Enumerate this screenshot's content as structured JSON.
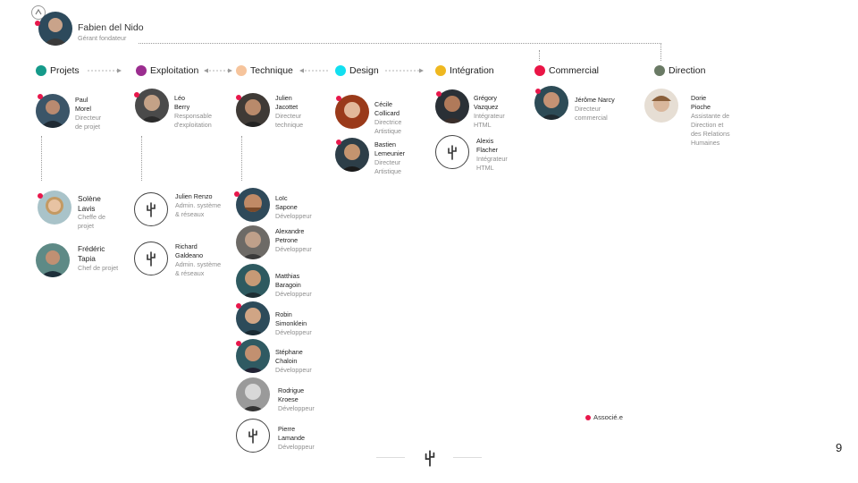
{
  "ceo": {
    "name": "Fabien del Nido",
    "role": "Gérant fondateur"
  },
  "departments": [
    {
      "label": "Projets",
      "color": "#159a8a"
    },
    {
      "label": "Exploitation",
      "color": "#9b2d8f"
    },
    {
      "label": "Technique",
      "color": "#f6c49c"
    },
    {
      "label": "Design",
      "color": "#12dff0"
    },
    {
      "label": "Intégration",
      "color": "#efb820"
    },
    {
      "label": "Commercial",
      "color": "#ea1546"
    },
    {
      "label": "Direction",
      "color": "#6a7a65"
    }
  ],
  "people": {
    "paul": {
      "name": "Paul\nMorel",
      "role": "Directeur\nde projet"
    },
    "solene": {
      "name": "Solène\nLavis",
      "role": "Cheffe de\nprojet"
    },
    "frederic": {
      "name": "Frédéric\nTapia",
      "role": "Chef de projet"
    },
    "leo": {
      "name": "Léo\nBerry",
      "role": "Responsable\nd'exploitation"
    },
    "julien_renzo": {
      "name": "Julien Renzo",
      "role": "Admin. système\n& réseaux"
    },
    "richard": {
      "name": "Richard\nGaldeano",
      "role": "Admin. système\n& réseaux"
    },
    "julien_jacottet": {
      "name": "Julien\nJacottet",
      "role": "Directeur\ntechnique"
    },
    "loic": {
      "name": "Loïc\nSapone",
      "role": "Développeur"
    },
    "alexandre": {
      "name": "Alexandre\nPetrone",
      "role": "Développeur"
    },
    "matthias": {
      "name": "Matthias\nBaragoin",
      "role": "Développeur"
    },
    "robin": {
      "name": "Robin\nSimonklein",
      "role": "Développeur"
    },
    "stephane": {
      "name": "Stéphane\nChaloin",
      "role": "Développeur"
    },
    "rodrigue": {
      "name": "Rodrigue\nKroese",
      "role": "Développeur"
    },
    "pierre": {
      "name": "Pierre\nLamande",
      "role": "Développeur"
    },
    "cecile": {
      "name": "Cécile\nCollicard",
      "role": "Directrice\nArtistique"
    },
    "bastien": {
      "name": "Bastien\nLemeunier",
      "role": "Directeur\nArtistique"
    },
    "gregory": {
      "name": "Grégory\nVazquez",
      "role": "Intégrateur\nHTML"
    },
    "alexis": {
      "name": "Alexis\nFlacher",
      "role": "Intégrateur\nHTML"
    },
    "jerome": {
      "name": "Jérôme Narcy",
      "role": "Directeur\ncommercial"
    },
    "dorie": {
      "name": "Dorie\nPioche",
      "role": "Assistante de\nDirection et\ndes Relations\nHumaines"
    }
  },
  "legend": {
    "label": "Associé.e"
  },
  "page_number": "9",
  "icons": {
    "partner_marker": "partner-dot-icon",
    "placeholder": "cactus-icon",
    "top_badge": "badge-icon"
  }
}
